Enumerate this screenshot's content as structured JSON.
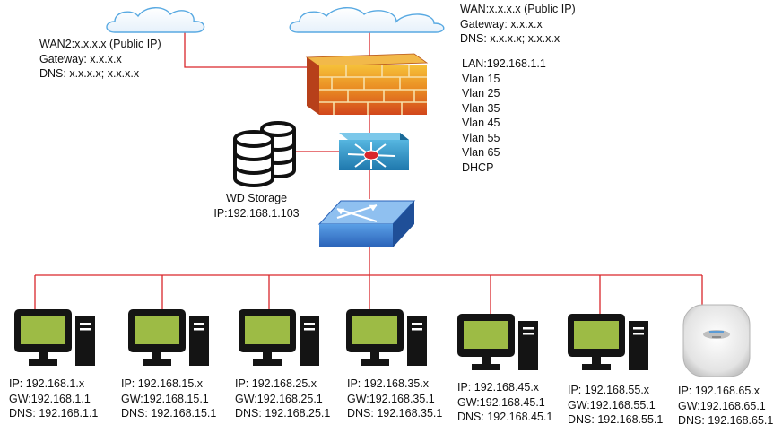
{
  "wan1": {
    "wan": "WAN:x.x.x.x (Public IP)",
    "gateway": "Gateway: x.x.x.x",
    "dns": "DNS: x.x.x.x; x.x.x.x"
  },
  "wan2": {
    "wan": "WAN2:x.x.x.x (Public IP)",
    "gateway": "Gateway: x.x.x.x",
    "dns": "DNS: x.x.x.x; x.x.x.x"
  },
  "firewall": {
    "lan": "LAN:192.168.1.1",
    "vlans": [
      "Vlan 15",
      "Vlan 25",
      "Vlan 35",
      "Vlan 45",
      "Vlan 55",
      "Vlan 65"
    ],
    "dhcp": "DHCP"
  },
  "storage": {
    "name": "WD Storage",
    "ip": "IP:192.168.1.103"
  },
  "clients": [
    {
      "ip": "IP: 192.168.1.x",
      "gw": "GW:192.168.1.1",
      "dns": "DNS: 192.168.1.1"
    },
    {
      "ip": "IP: 192.168.15.x",
      "gw": "GW:192.168.15.1",
      "dns": "DNS: 192.168.15.1"
    },
    {
      "ip": "IP: 192.168.25.x",
      "gw": "GW:192.168.25.1",
      "dns": "DNS: 192.168.25.1"
    },
    {
      "ip": "IP: 192.168.35.x",
      "gw": "GW:192.168.35.1",
      "dns": "DNS: 192.168.35.1"
    },
    {
      "ip": "IP: 192.168.45.x",
      "gw": "GW:192.168.45.1",
      "dns": "DNS: 192.168.45.1"
    },
    {
      "ip": "IP: 192.168.55.x",
      "gw": "GW:192.168.55.1",
      "dns": "DNS: 192.168.55.1"
    },
    {
      "ip": "IP: 192.168.65.x",
      "gw": "GW:192.168.65.1",
      "dns": "DNS: 192.168.65.1"
    }
  ],
  "colors": {
    "link": "#d9262b",
    "cloud_stroke": "#58a9e2",
    "screen": "#9dbb45",
    "monitor": "#141414",
    "router": "#2a8fbf",
    "switch": "#3f7fd1"
  },
  "icons": [
    "cloud-icon",
    "firewall-icon",
    "router-icon",
    "switch-icon",
    "storage-icon",
    "computer-icon",
    "access-point-icon"
  ]
}
